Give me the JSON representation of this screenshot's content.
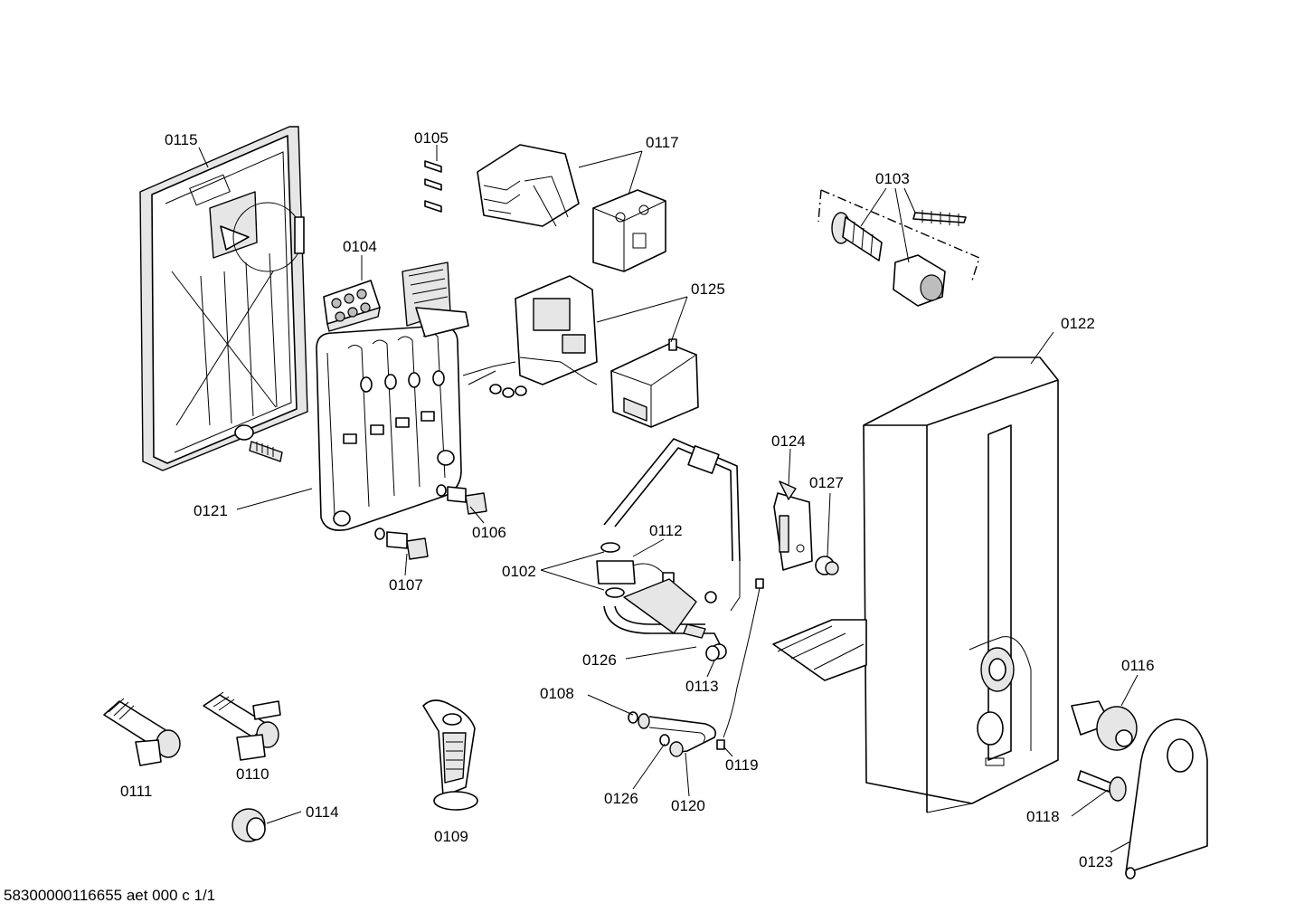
{
  "footer": "58300000116655 aet 000 c 1/1",
  "labels": {
    "p0102": "0102",
    "p0103": "0103",
    "p0104": "0104",
    "p0105": "0105",
    "p0106": "0106",
    "p0107": "0107",
    "p0108": "0108",
    "p0109": "0109",
    "p0110": "0110",
    "p0111": "0111",
    "p0112": "0112",
    "p0113": "0113",
    "p0114": "0114",
    "p0115": "0115",
    "p0116": "0116",
    "p0117": "0117",
    "p0118": "0118",
    "p0119": "0119",
    "p0120": "0120",
    "p0121": "0121",
    "p0122": "0122",
    "p0123": "0123",
    "p0124": "0124",
    "p0125": "0125",
    "p0126a": "0126",
    "p0126b": "0126",
    "p0127": "0127"
  }
}
